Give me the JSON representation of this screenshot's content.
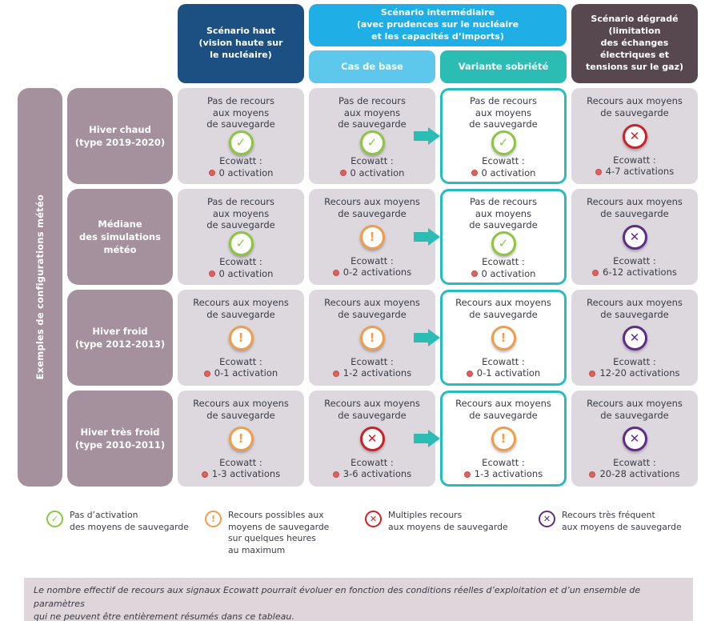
{
  "header": {
    "col_haut": "Scénario haut\n(vision haute sur\nle nucléaire)",
    "col_intermediaire": "Scénario intermédiaire\n(avec prudences sur le nucléaire\net les capacités d’imports)",
    "sub_cas_de_base": "Cas de base",
    "sub_variante": "Variante sobriété",
    "col_degrade": "Scénario dégradé\n(limitation\ndes échanges\nélectriques et\ntensions sur le gaz)"
  },
  "side_label": "Exemples de configurations météo",
  "ecowatt_label": "Ecowatt :",
  "glyphs": {
    "check": "✓",
    "warn": "!",
    "cross": "✕"
  },
  "rows": [
    {
      "label": "Hiver chaud\n(type 2019-2020)",
      "cells": [
        {
          "text": "Pas de recours\naux moyens\nde sauvegarde",
          "icon": "check",
          "ecowatt_value": "0 activation"
        },
        {
          "text": "Pas de recours\naux moyens\nde sauvegarde",
          "icon": "check",
          "ecowatt_value": "0 activation"
        },
        {
          "text": "Pas de recours\naux moyens\nde sauvegarde",
          "icon": "check",
          "ecowatt_value": "0 activation",
          "highlight": true
        },
        {
          "text": "Recours aux moyens\nde sauvegarde",
          "icon": "cross-red",
          "ecowatt_value": "4-7 activations"
        }
      ]
    },
    {
      "label": "Médiane\ndes simulations\nmétéo",
      "cells": [
        {
          "text": "Pas de recours\naux moyens\nde sauvegarde",
          "icon": "check",
          "ecowatt_value": "0 activation"
        },
        {
          "text": "Recours aux moyens\nde sauvegarde",
          "icon": "warn",
          "ecowatt_value": "0-2 activations"
        },
        {
          "text": "Pas de recours\naux moyens\nde sauvegarde",
          "icon": "check",
          "ecowatt_value": "0 activation",
          "highlight": true
        },
        {
          "text": "Recours aux moyens\nde sauvegarde",
          "icon": "cross-purple",
          "ecowatt_value": "6-12 activations"
        }
      ]
    },
    {
      "label": "Hiver froid\n(type 2012-2013)",
      "cells": [
        {
          "text": "Recours aux moyens\nde sauvegarde",
          "icon": "warn",
          "ecowatt_value": "0-1 activation"
        },
        {
          "text": "Recours aux moyens\nde sauvegarde",
          "icon": "warn",
          "ecowatt_value": "1-2 activations"
        },
        {
          "text": "Recours aux moyens\nde sauvegarde",
          "icon": "warn",
          "ecowatt_value": "0-1 activation",
          "highlight": true
        },
        {
          "text": "Recours aux moyens\nde sauvegarde",
          "icon": "cross-purple",
          "ecowatt_value": "12-20 activations"
        }
      ]
    },
    {
      "label": "Hiver très froid\n(type 2010-2011)",
      "cells": [
        {
          "text": "Recours aux moyens\nde sauvegarde",
          "icon": "warn",
          "ecowatt_value": "1-3 activations"
        },
        {
          "text": "Recours aux moyens\nde sauvegarde",
          "icon": "cross-red",
          "ecowatt_value": "3-6 activations"
        },
        {
          "text": "Recours aux moyens\nde sauvegarde",
          "icon": "warn",
          "ecowatt_value": "1-3 activations",
          "highlight": true
        },
        {
          "text": "Recours aux moyens\nde sauvegarde",
          "icon": "cross-purple",
          "ecowatt_value": "20-28 activations"
        }
      ]
    }
  ],
  "legend": [
    {
      "icon": "check",
      "text": "Pas d’activation\ndes moyens de sauvegarde"
    },
    {
      "icon": "warn",
      "text": "Recours possibles aux\nmoyens de sauvegarde\nsur quelques heures\nau maximum"
    },
    {
      "icon": "cross-red",
      "text": "Multiples recours\naux moyens de sauvegarde"
    },
    {
      "icon": "cross-purple",
      "text": "Recours très fréquent\naux moyens de sauvegarde"
    }
  ],
  "footnote": "Le nombre effectif de recours aux signaux Ecowatt pourrait évoluer en fonction des conditions réelles d’exploitation et d’un ensemble de paramètres\nqui ne peuvent être entièrement résumés dans ce tableau.",
  "colors": {
    "scenario_haut": "#1c5083",
    "scenario_intermediaire": "#20aee6",
    "cas_de_base": "#5ec8ec",
    "variante_sobriete": "#2bbcb4",
    "scenario_degrade": "#57484f",
    "row_label_mauve": "#a4919d",
    "cell_background": "#dcd8de",
    "icon_green": "#8cc63e",
    "icon_orange": "#f09d4b",
    "icon_red": "#cc2129",
    "icon_purple": "#5f2d87",
    "ecowatt_dot": "#e0605c"
  }
}
